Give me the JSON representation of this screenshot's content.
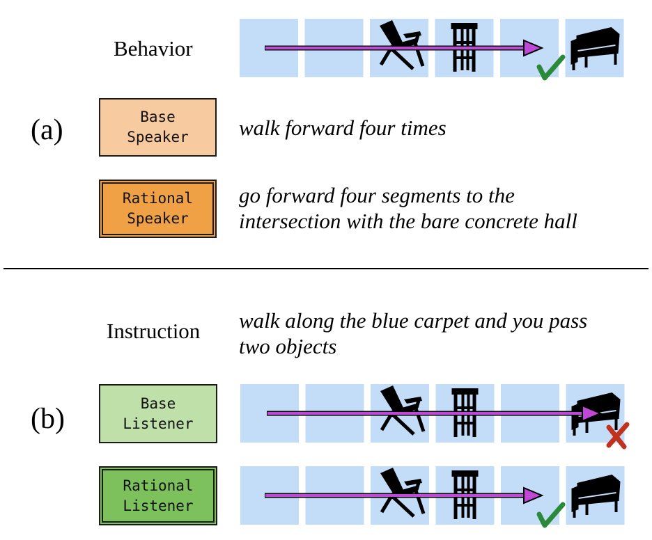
{
  "panel_a": {
    "letter": "(a)",
    "row_label": "Behavior",
    "behavior_path": {
      "result": "success",
      "result_icon": "check-mark-icon"
    },
    "speakers": [
      {
        "label_lines": [
          "Base",
          "Speaker"
        ],
        "fill": "#f7caa0",
        "border": "single",
        "utterance_lines": [
          "walk forward four times"
        ]
      },
      {
        "label_lines": [
          "Rational",
          "Speaker"
        ],
        "fill": "#f0a146",
        "border": "double",
        "utterance_lines": [
          "go forward four segments to the",
          "intersection with the bare concrete hall"
        ]
      }
    ]
  },
  "panel_b": {
    "letter": "(b)",
    "row_label": "Instruction",
    "instruction_lines": [
      "walk along the blue carpet and you pass",
      "two objects"
    ],
    "listeners": [
      {
        "label_lines": [
          "Base",
          "Listener"
        ],
        "fill": "#bfe0a9",
        "border": "single",
        "path_result": "failure",
        "result_icon": "cross-mark-icon"
      },
      {
        "label_lines": [
          "Rational",
          "Listener"
        ],
        "fill": "#7cc15c",
        "border": "double",
        "path_result": "success",
        "result_icon": "check-mark-icon"
      }
    ]
  },
  "strip": {
    "cell_color": "#c3dcf7",
    "arrow_color": "#bf49d6",
    "check_color": "#2a8a3a",
    "cross_color": "#c0321e",
    "cells": [
      {
        "icon": ""
      },
      {
        "icon": ""
      },
      {
        "icon": "chair-icon"
      },
      {
        "icon": "stool-icon"
      },
      {
        "icon": ""
      },
      {
        "icon": "sofa-icon"
      }
    ]
  }
}
